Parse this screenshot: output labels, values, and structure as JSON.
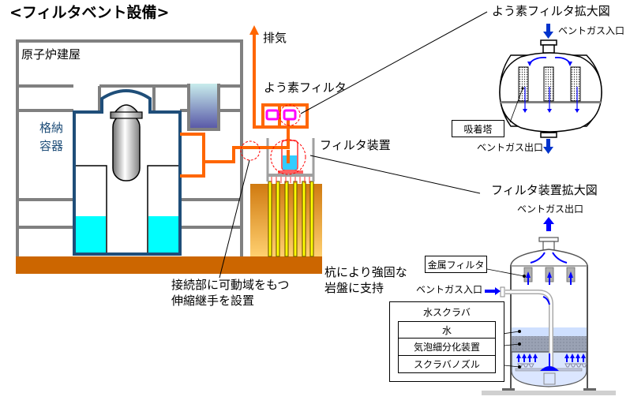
{
  "title": "<フィルタベント設備>",
  "main_diagram": {
    "reactor_building": "原子炉建屋",
    "containment_vessel": [
      "格納",
      "容器"
    ],
    "exhaust": "排気",
    "iodine_filter": "よう素フィルタ",
    "filter_device": "フィルタ装置",
    "joint_note": [
      "接続部に可動域をもつ",
      "伸縮継手を設置"
    ],
    "pile_note": [
      "杭により強固な",
      "岩盤に支持"
    ]
  },
  "iodine_filter_detail": {
    "title": "よう素フィルタ拡大図",
    "inlet": "ベントガス入口",
    "outlet": "ベントガス出口",
    "adsorber": "吸着塔"
  },
  "filter_device_detail": {
    "title": "フィルタ装置拡大図",
    "outlet": "ベントガス出口",
    "inlet": "ベントガス入口",
    "metal_filter": "金属フィルタ",
    "water_scrubber": {
      "heading": "水スクラバ",
      "items": [
        "水",
        "気泡細分化装置",
        "スクラバノズル"
      ]
    }
  },
  "colors": {
    "pipe": "#ff6600",
    "building_wall": "#808080",
    "containment": "#1f4e79",
    "water": "#00ffff",
    "ground": "#cc6600",
    "iodine_filter": "#ff00ff",
    "flow_arrow": "#0000ff",
    "highlight_circle": "#ff0000"
  }
}
